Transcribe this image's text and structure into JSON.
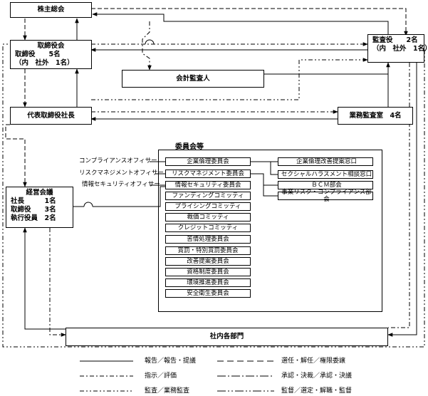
{
  "boxes": {
    "shareholders": "株主総会",
    "board_title": "取締役会",
    "board_line1": "取締役　　5名",
    "board_line2": "（内　社外　1名）",
    "auditors_title": "監査役　　2名",
    "auditors_line1": "（内　社外　1名）",
    "accounting_auditor": "会計監査人",
    "president": "代表取締役社長",
    "internal_audit": "業務監査室　4名",
    "management_title": "経営会議",
    "management_line1": "社長　　　1名",
    "management_line2": "取締役　　3名",
    "management_line3": "執行役員　2名",
    "departments": "社内各部門"
  },
  "committees_title": "委員会等",
  "officers": [
    "コンプライアンスオフィサー",
    "リスクマネジメントオフィサー",
    "情報セキュリティオフィサー"
  ],
  "committees": [
    "企業倫理委員会",
    "リスクマネジメント委員会",
    "情報セキュリティ委員会",
    "ファンディングコミッティ",
    "プライシングコミッティ",
    "裁価コミッティ",
    "クレジットコミッティ",
    "苦情処理委員会",
    "賞罰・特別賞罰委員会",
    "改善提案委員会",
    "資格制度委員会",
    "環境推進委員会",
    "安全衛生委員会"
  ],
  "sub_units": [
    "企業倫理改善提案窓口",
    "セクシャルハラスメント相談窓口",
    "ＢＣＭ部会",
    "事業リスク・コンプライアンス部会"
  ],
  "legend": {
    "solid": "報告／報告・提議",
    "dashed": "選任・解任／権限委譲",
    "dashdot": "指示／評価",
    "longdash_dot": "承認・決裁／承認・決議",
    "dashdotdot": "監査／業務監査",
    "longdash_dotdot": "監督／選定・解職・監督"
  }
}
